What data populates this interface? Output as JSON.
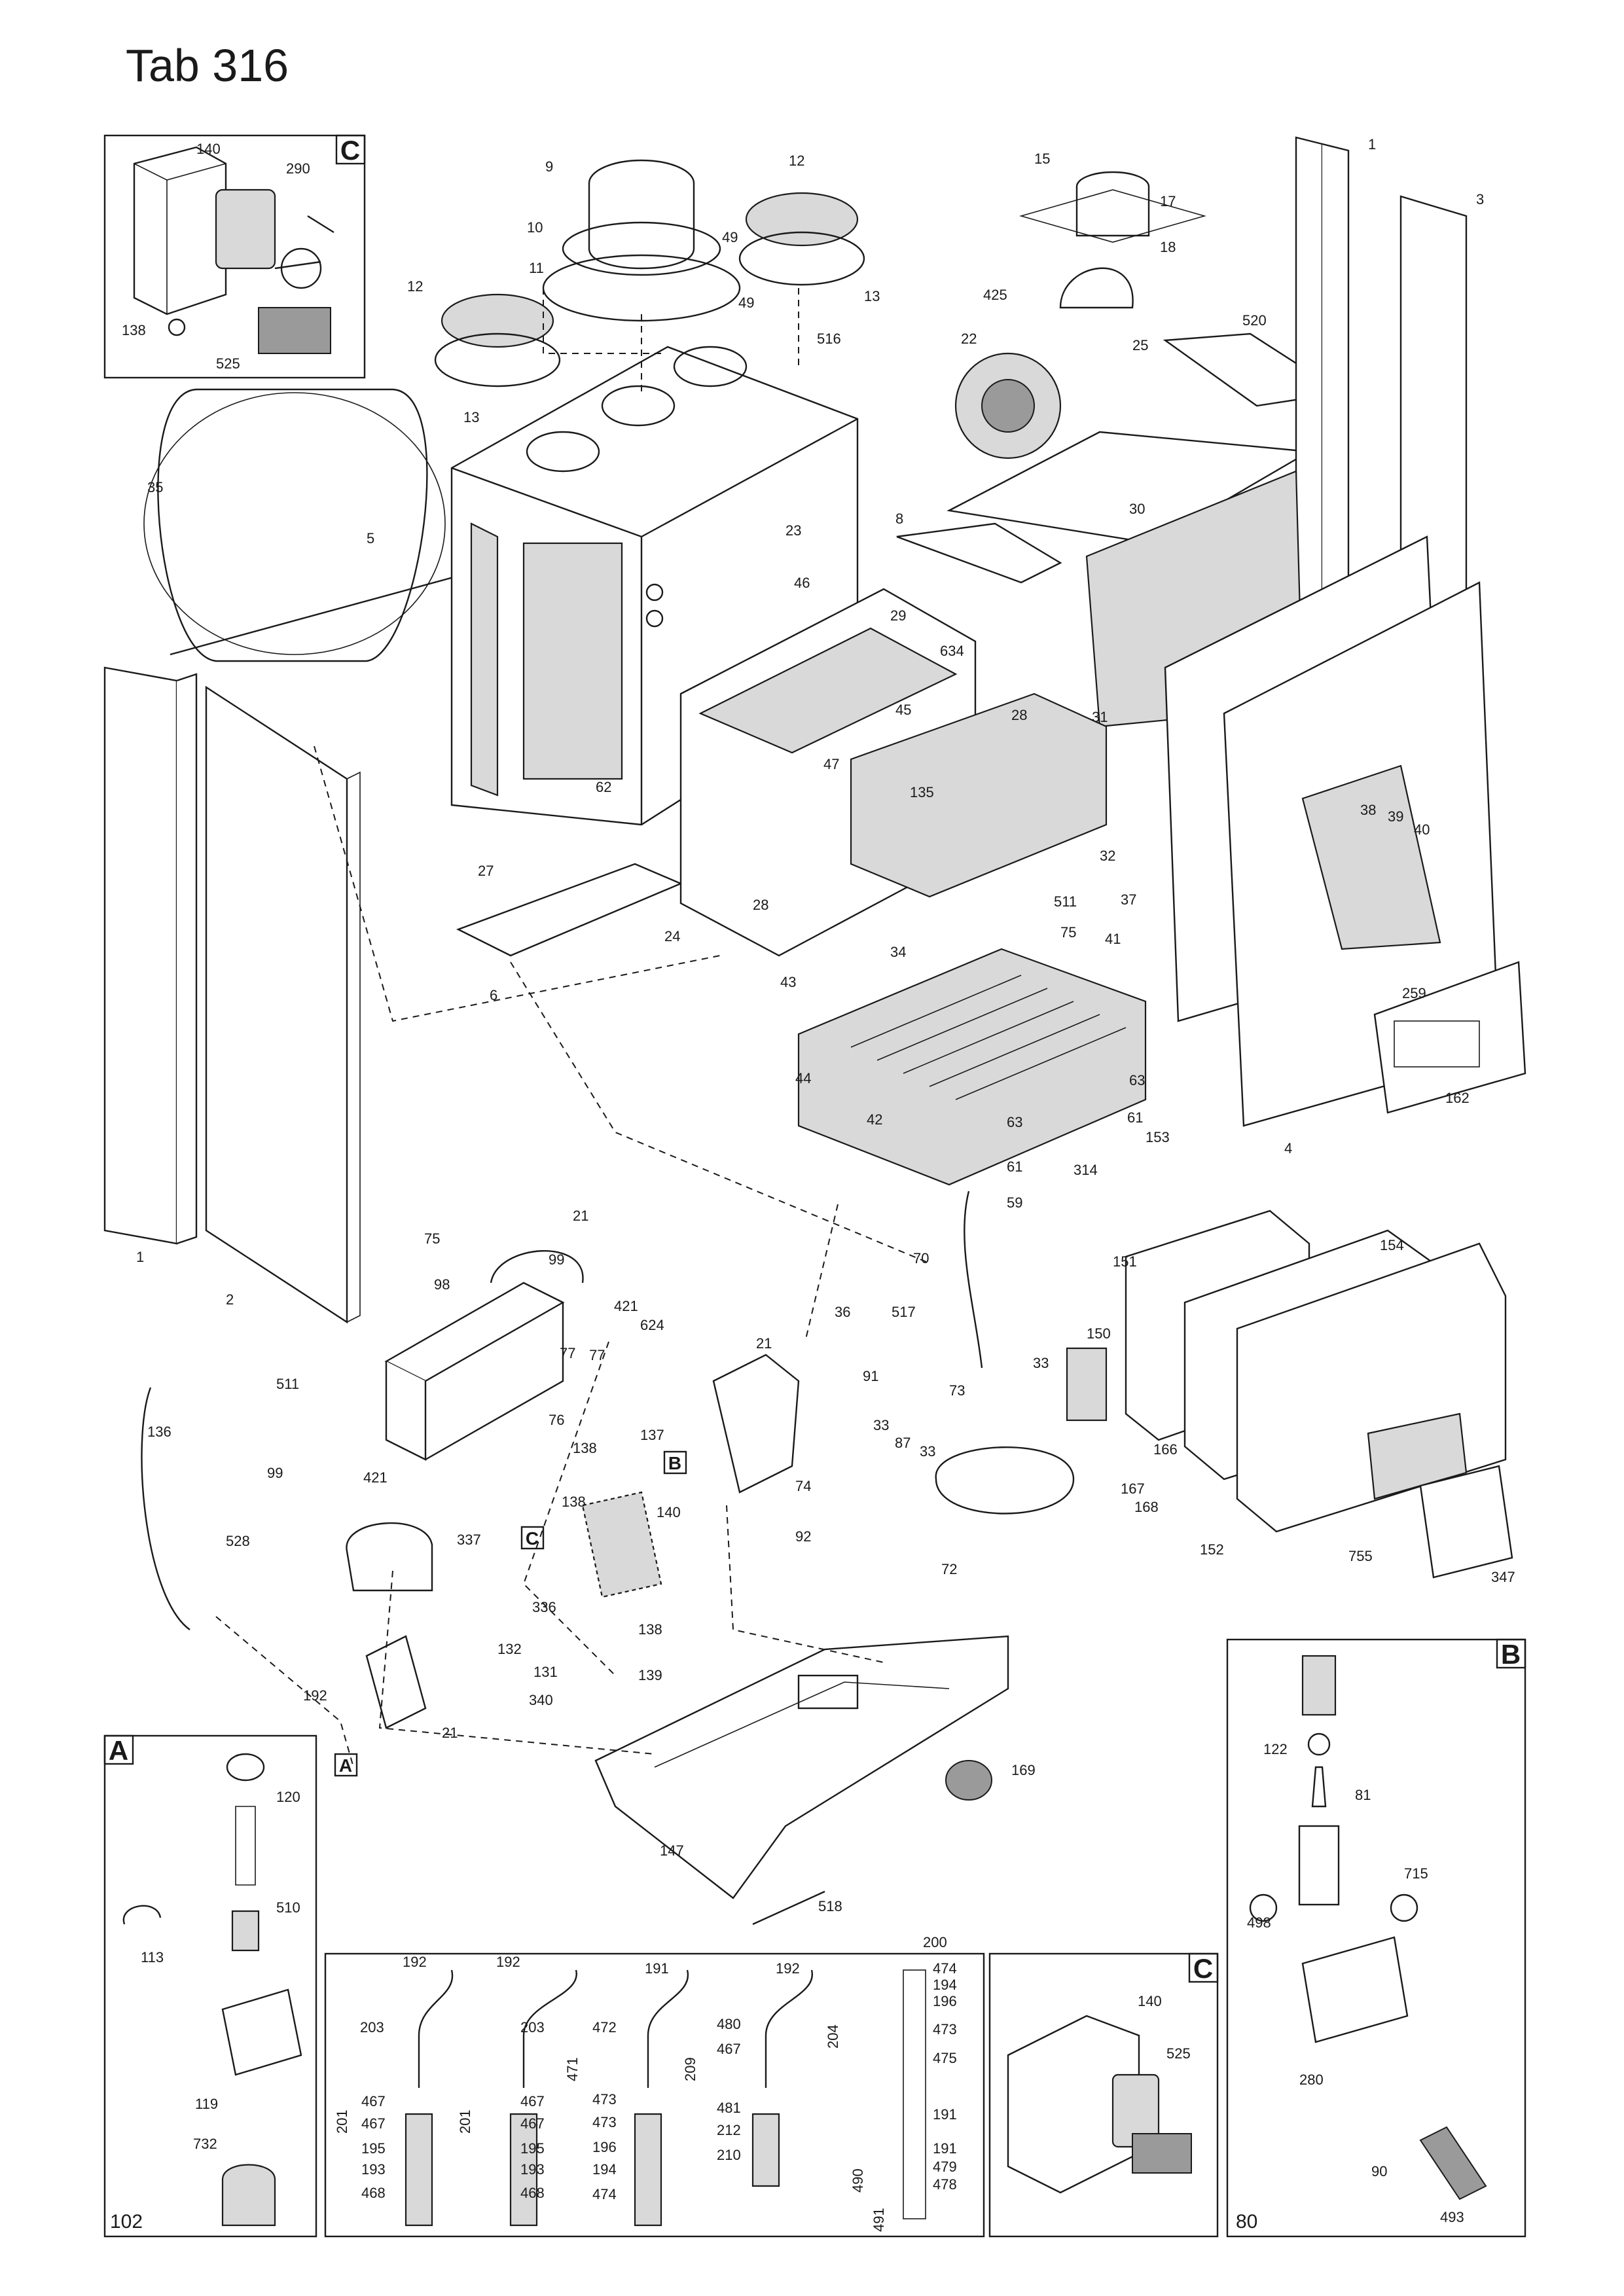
{
  "page": {
    "title": "Tab 316"
  },
  "insets": {
    "box_c_top": {
      "letter": "C",
      "labels": [
        "140",
        "290",
        "138",
        "525"
      ]
    },
    "box_a": {
      "letter": "A",
      "corner_number": "102",
      "labels": [
        "120",
        "510",
        "113",
        "119",
        "732"
      ]
    },
    "box_b": {
      "letter": "B",
      "corner_number": "80",
      "labels": [
        "122",
        "81",
        "715",
        "498",
        "280",
        "90",
        "493"
      ]
    },
    "box_c_bottom": {
      "letter": "C",
      "labels": [
        "140",
        "525"
      ]
    },
    "box_pipes": {
      "top_label": "200",
      "groups": [
        "201",
        "201",
        "471",
        "209",
        "204",
        "490",
        "491"
      ],
      "labels": [
        "192",
        "192",
        "191",
        "192",
        "203",
        "203",
        "472",
        "480",
        "467",
        "467",
        "473",
        "467",
        "467",
        "467",
        "473",
        "481",
        "195",
        "195",
        "196",
        "212",
        "193",
        "193",
        "194",
        "210",
        "468",
        "468",
        "474",
        "474",
        "194",
        "196",
        "473",
        "475",
        "191",
        "191",
        "479",
        "478"
      ]
    }
  },
  "callouts": {
    "box_a_ref": "A",
    "box_b_ref": "B",
    "box_c_ref": "C"
  },
  "part_labels": [
    "9",
    "12",
    "10",
    "49",
    "11",
    "49",
    "13",
    "12",
    "13",
    "516",
    "15",
    "17",
    "18",
    "425",
    "520",
    "22",
    "25",
    "1",
    "3",
    "35",
    "5",
    "23",
    "8",
    "30",
    "634",
    "46",
    "29",
    "45",
    "28",
    "47",
    "31",
    "62",
    "27",
    "28",
    "135",
    "32",
    "511",
    "75",
    "38",
    "39",
    "40",
    "37",
    "34",
    "41",
    "24",
    "6",
    "43",
    "44",
    "42",
    "259",
    "162",
    "63",
    "63",
    "61",
    "4",
    "61",
    "314",
    "153",
    "59",
    "1",
    "2",
    "21",
    "75",
    "99",
    "98",
    "421",
    "36",
    "70",
    "151",
    "154",
    "517",
    "624",
    "21",
    "77",
    "77",
    "91",
    "150",
    "33",
    "511",
    "76",
    "73",
    "33",
    "87",
    "33",
    "136",
    "99",
    "421",
    "138",
    "137",
    "74",
    "166",
    "140",
    "92",
    "167",
    "168",
    "72",
    "152",
    "755",
    "347",
    "528",
    "337",
    "138",
    "336",
    "138",
    "132",
    "131",
    "139",
    "192",
    "340",
    "21",
    "169",
    "147",
    "518"
  ]
}
